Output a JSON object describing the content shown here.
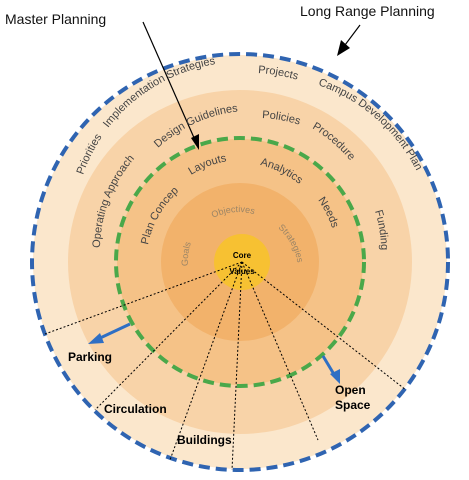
{
  "callouts": {
    "master_planning": "Master Planning",
    "long_range_planning": "Long Range Planning"
  },
  "outer_ring": {
    "priorities": "Priorities",
    "implementation_strategies": "Implementation Strategies",
    "projects": "Projects",
    "campus_development_plan": "Campus Development Plan"
  },
  "middle_ring": {
    "operating_approach": "Operating Approach",
    "design_guidelines": "Design Guidelines",
    "policies": "Policies",
    "procedure": "Procedure",
    "funding": "Funding"
  },
  "inner_ring": {
    "plan_concept": "Plan Concept",
    "layouts": "Layouts",
    "analytics": "Analytics",
    "needs": "Needs"
  },
  "center_ring": {
    "goals": "Goals",
    "objectives": "Objectives",
    "strategies": "Strategies"
  },
  "core": {
    "line1": "Core",
    "line2": "Values"
  },
  "rays": {
    "parking": "Parking",
    "circulation": "Circulation",
    "buildings": "Buildings",
    "open_space_line1": "Open",
    "open_space_line2": "Space"
  },
  "colors": {
    "outer_fill": "#fbe7cc",
    "middle_fill": "#f8d3a8",
    "inner_fill": "#f5c287",
    "center_fill": "#f2b26b",
    "core_fill": "#f7c132",
    "blue_dash": "#2f64b1",
    "green_dash": "#4aa84a",
    "arrow_blue": "#2f6fc4"
  }
}
